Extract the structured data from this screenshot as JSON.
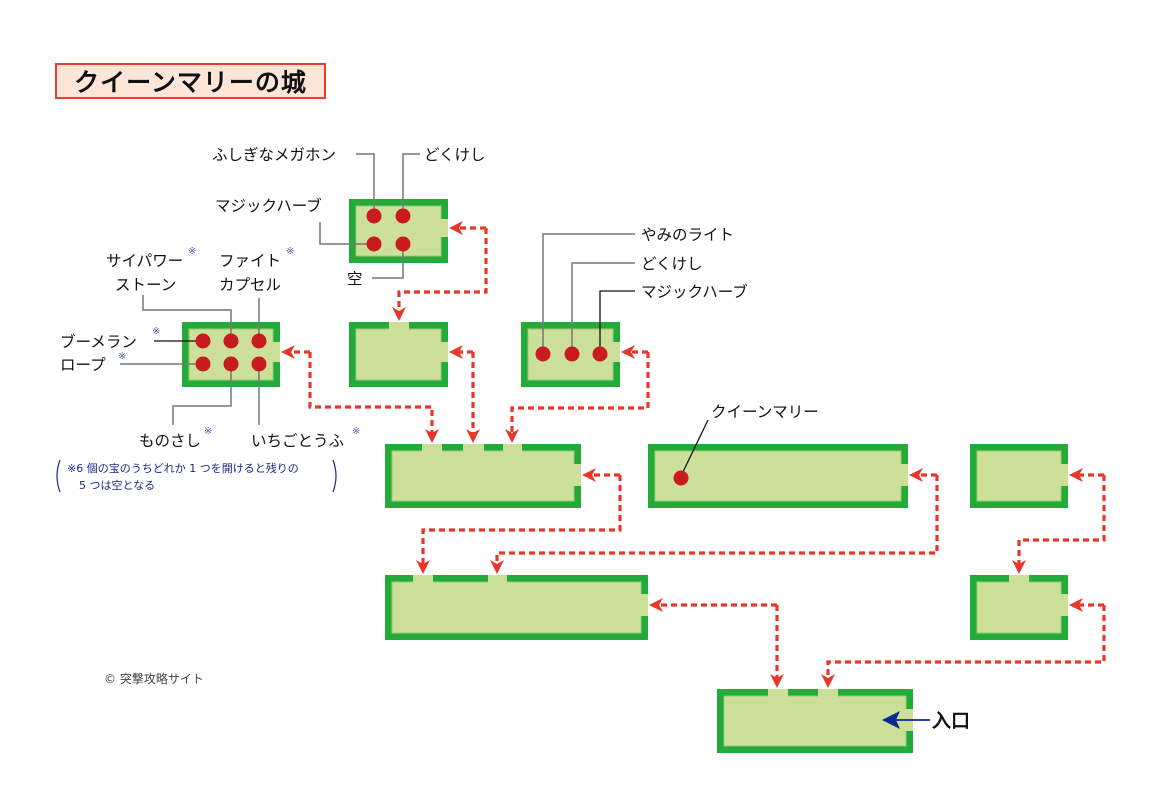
{
  "title": "クイーンマリーの城",
  "colors": {
    "wall": "#22ab3b",
    "floor": "#cde09a",
    "chest": "#c81a1f",
    "path": "#e8372a",
    "entrance_arrow": "#0b2a8e",
    "title_bg": "#fde6d8",
    "title_border": "#e8402a",
    "note_text": "#1a2a8a"
  },
  "rooms": [
    {
      "id": "room-4chest",
      "name": "4-chest-room"
    },
    {
      "id": "room-a2",
      "name": "empty-room-upper-left"
    },
    {
      "id": "room-3chest",
      "name": "3-chest-room"
    },
    {
      "id": "room-6chest",
      "name": "6-chest-room"
    },
    {
      "id": "room-mid-left",
      "name": "middle-hall-left"
    },
    {
      "id": "room-queen",
      "name": "queen-mary-room"
    },
    {
      "id": "room-right-top",
      "name": "small-room-right-top"
    },
    {
      "id": "room-lower-left",
      "name": "lower-hall"
    },
    {
      "id": "room-right-bottom",
      "name": "small-room-right-bottom"
    },
    {
      "id": "room-entrance",
      "name": "entrance-room"
    }
  ],
  "labels": {
    "r4": {
      "top_left": "ふしぎなメガホン",
      "top_right": "どくけし",
      "bottom_left": "マジックハーブ",
      "bottom_right": "空"
    },
    "r3": {
      "first": "やみのライト",
      "second": "どくけし",
      "third": "マジックハーブ"
    },
    "r6": {
      "psy_line1": "サイパワー",
      "psy_line2": "ストーン",
      "fight_line1": "ファイト",
      "fight_line2": "カプセル",
      "boomerang": "ブーメラン",
      "rope": "ロープ",
      "ruler": "ものさし",
      "strawberry_tofu": "いちごとうふ",
      "asterisk": "※"
    },
    "note_line1": "※6 個の宝のうちどれか 1 つを開けると残りの",
    "note_line2": "5 つは空となる",
    "queen": "クイーンマリー",
    "entrance": "入口",
    "copyright": "© 突撃攻略サイト"
  }
}
